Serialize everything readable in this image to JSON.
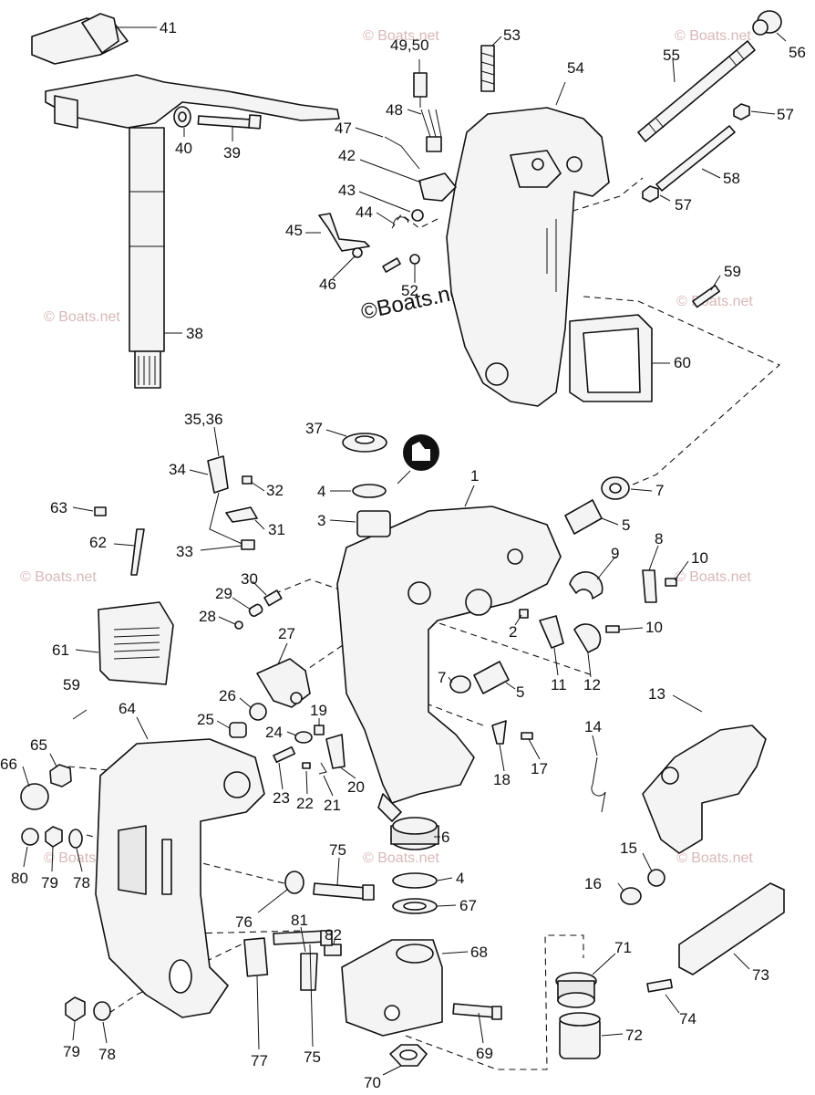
{
  "watermark": "© Boats.net",
  "center_watermark": "©Boats.net",
  "labels": [
    {
      "id": "l41",
      "text": "41"
    },
    {
      "id": "l40",
      "text": "40"
    },
    {
      "id": "l39",
      "text": "39"
    },
    {
      "id": "l38",
      "text": "38"
    },
    {
      "id": "l4950",
      "text": "49,50"
    },
    {
      "id": "l53",
      "text": "53"
    },
    {
      "id": "l54",
      "text": "54"
    },
    {
      "id": "l55",
      "text": "55"
    },
    {
      "id": "l56",
      "text": "56"
    },
    {
      "id": "l57a",
      "text": "57"
    },
    {
      "id": "l57b",
      "text": "57"
    },
    {
      "id": "l58",
      "text": "58"
    },
    {
      "id": "l48",
      "text": "48"
    },
    {
      "id": "l47",
      "text": "47"
    },
    {
      "id": "l42",
      "text": "42"
    },
    {
      "id": "l43",
      "text": "43"
    },
    {
      "id": "l44",
      "text": "44"
    },
    {
      "id": "l45",
      "text": "45"
    },
    {
      "id": "l46",
      "text": "46"
    },
    {
      "id": "l52",
      "text": "52"
    },
    {
      "id": "l59a",
      "text": "59"
    },
    {
      "id": "l60",
      "text": "60"
    },
    {
      "id": "l3536",
      "text": "35,36"
    },
    {
      "id": "l37",
      "text": "37"
    },
    {
      "id": "l34",
      "text": "34"
    },
    {
      "id": "l32",
      "text": "32"
    },
    {
      "id": "l4a",
      "text": "4"
    },
    {
      "id": "l3",
      "text": "3"
    },
    {
      "id": "l1",
      "text": "1"
    },
    {
      "id": "l7a",
      "text": "7"
    },
    {
      "id": "l5a",
      "text": "5"
    },
    {
      "id": "l63",
      "text": "63"
    },
    {
      "id": "l31",
      "text": "31"
    },
    {
      "id": "l62",
      "text": "62"
    },
    {
      "id": "l33",
      "text": "33"
    },
    {
      "id": "l8",
      "text": "8"
    },
    {
      "id": "l9",
      "text": "9"
    },
    {
      "id": "l10a",
      "text": "10"
    },
    {
      "id": "l30",
      "text": "30"
    },
    {
      "id": "l29",
      "text": "29"
    },
    {
      "id": "l28",
      "text": "28"
    },
    {
      "id": "l2",
      "text": "2"
    },
    {
      "id": "l10b",
      "text": "10"
    },
    {
      "id": "l61",
      "text": "61"
    },
    {
      "id": "l27",
      "text": "27"
    },
    {
      "id": "l11",
      "text": "11"
    },
    {
      "id": "l12",
      "text": "12"
    },
    {
      "id": "l7b",
      "text": "7"
    },
    {
      "id": "l5b",
      "text": "5"
    },
    {
      "id": "l59b",
      "text": "59"
    },
    {
      "id": "l26",
      "text": "26"
    },
    {
      "id": "l13",
      "text": "13"
    },
    {
      "id": "l64",
      "text": "64"
    },
    {
      "id": "l25",
      "text": "25"
    },
    {
      "id": "l19",
      "text": "19"
    },
    {
      "id": "l24",
      "text": "24"
    },
    {
      "id": "l14",
      "text": "14"
    },
    {
      "id": "l65",
      "text": "65"
    },
    {
      "id": "l17",
      "text": "17"
    },
    {
      "id": "l18",
      "text": "18"
    },
    {
      "id": "l66",
      "text": "66"
    },
    {
      "id": "l23",
      "text": "23"
    },
    {
      "id": "l22",
      "text": "22"
    },
    {
      "id": "l21",
      "text": "21"
    },
    {
      "id": "l20",
      "text": "20"
    },
    {
      "id": "l6",
      "text": "6"
    },
    {
      "id": "l75a",
      "text": "75"
    },
    {
      "id": "l15",
      "text": "15"
    },
    {
      "id": "l80",
      "text": "80"
    },
    {
      "id": "l79a",
      "text": "79"
    },
    {
      "id": "l78a",
      "text": "78"
    },
    {
      "id": "l4b",
      "text": "4"
    },
    {
      "id": "l16",
      "text": "16"
    },
    {
      "id": "l76",
      "text": "76"
    },
    {
      "id": "l67",
      "text": "67"
    },
    {
      "id": "l81",
      "text": "81"
    },
    {
      "id": "l82",
      "text": "82"
    },
    {
      "id": "l68",
      "text": "68"
    },
    {
      "id": "l71",
      "text": "71"
    },
    {
      "id": "l73",
      "text": "73"
    },
    {
      "id": "l74",
      "text": "74"
    },
    {
      "id": "l79b",
      "text": "79"
    },
    {
      "id": "l78b",
      "text": "78"
    },
    {
      "id": "l77",
      "text": "77"
    },
    {
      "id": "l75b",
      "text": "75"
    },
    {
      "id": "l72",
      "text": "72"
    },
    {
      "id": "l69",
      "text": "69"
    },
    {
      "id": "l70",
      "text": "70"
    }
  ]
}
